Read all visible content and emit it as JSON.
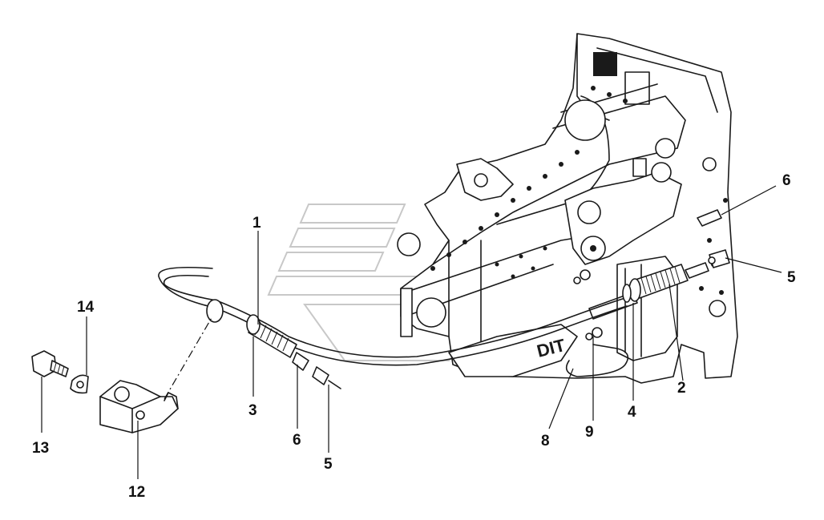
{
  "diagram": {
    "callouts": [
      {
        "id": "c1",
        "label": "1"
      },
      {
        "id": "c14",
        "label": "14"
      },
      {
        "id": "c13",
        "label": "13"
      },
      {
        "id": "c12",
        "label": "12"
      },
      {
        "id": "c3",
        "label": "3"
      },
      {
        "id": "c6a",
        "label": "6"
      },
      {
        "id": "c5a",
        "label": "5"
      },
      {
        "id": "c8",
        "label": "8"
      },
      {
        "id": "c9",
        "label": "9"
      },
      {
        "id": "c4",
        "label": "4"
      },
      {
        "id": "c2",
        "label": "2"
      },
      {
        "id": "c6b",
        "label": "6"
      },
      {
        "id": "c5b",
        "label": "5"
      }
    ],
    "housing_stamp": "DIT",
    "line_color": "#1a1a1a",
    "watermark_color": "#c8c8c8"
  }
}
